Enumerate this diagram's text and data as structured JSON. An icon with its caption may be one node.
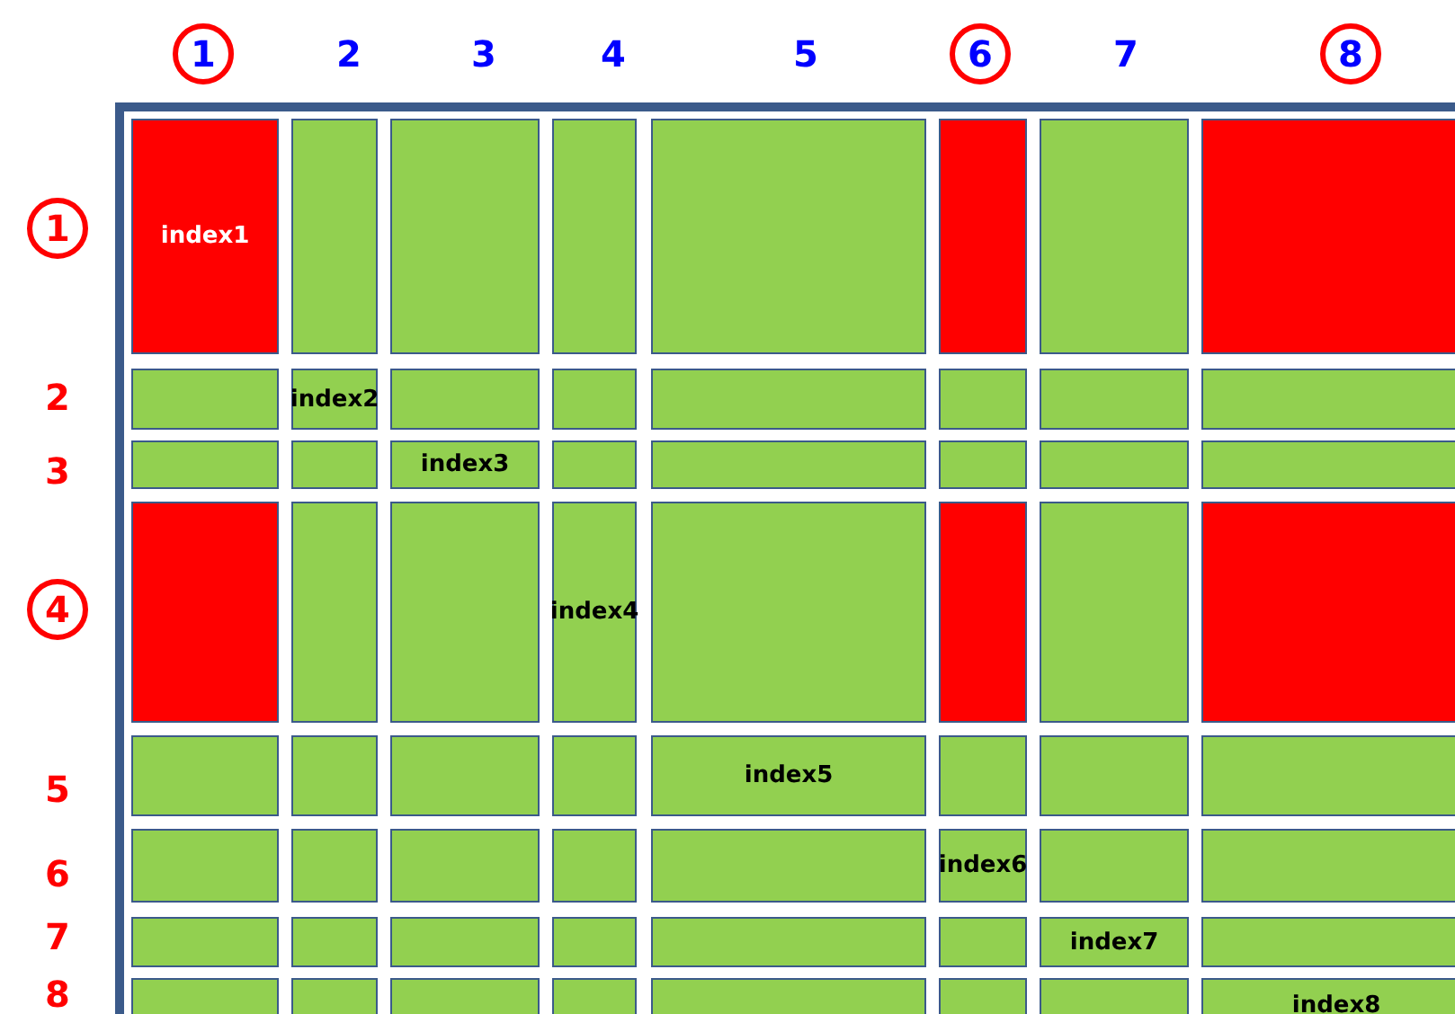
{
  "diagram": {
    "nodes": [
      {
        "text": [
          "1"
        ]
      },
      {
        "text": [
          "6"
        ]
      },
      {
        "text": [
          "8"
        ]
      },
      {
        "text": [
          "1"
        ]
      },
      {
        "text": [
          "4"
        ]
      },
      {
        "text": [
          "index1"
        ]
      },
      {
        "text": [],
        "shape": "box"
      },
      {
        "text": [],
        "shape": "box"
      },
      {
        "text": [],
        "shape": "box"
      },
      {
        "text": [],
        "shape": "box"
      },
      {
        "text": [],
        "shape": "box"
      },
      {
        "text": [],
        "shape": "box"
      },
      {
        "text": [],
        "shape": "box"
      },
      {
        "text": [],
        "shape": "box"
      },
      {
        "text": [
          "index2"
        ]
      },
      {
        "text": [],
        "shape": "box"
      },
      {
        "text": [],
        "shape": "box"
      },
      {
        "text": [],
        "shape": "box"
      },
      {
        "text": [],
        "shape": "box"
      },
      {
        "text": [],
        "shape": "box"
      },
      {
        "text": [],
        "shape": "box"
      },
      {
        "text": [],
        "shape": "box"
      },
      {
        "text": [],
        "shape": "box"
      },
      {
        "text": [
          "index3"
        ]
      },
      {
        "text": [],
        "shape": "box"
      },
      {
        "text": [],
        "shape": "box"
      },
      {
        "text": [],
        "shape": "box"
      },
      {
        "text": [],
        "shape": "box"
      },
      {
        "text": [],
        "shape": "box"
      },
      {
        "text": [],
        "shape": "box"
      },
      {
        "text": [],
        "shape": "box"
      },
      {
        "text": [],
        "shape": "box"
      },
      {
        "text": [
          "index4"
        ]
      },
      {
        "text": [],
        "shape": "box"
      },
      {
        "text": [],
        "shape": "box"
      },
      {
        "text": [],
        "shape": "box"
      },
      {
        "text": [],
        "shape": "box"
      },
      {
        "text": [],
        "shape": "box"
      },
      {
        "text": [],
        "shape": "box"
      },
      {
        "text": [],
        "shape": "box"
      },
      {
        "text": [],
        "shape": "box"
      },
      {
        "text": [
          "index5"
        ]
      },
      {
        "text": [],
        "shape": "box"
      },
      {
        "text": [],
        "shape": "box"
      },
      {
        "text": [],
        "shape": "box"
      },
      {
        "text": [],
        "shape": "box"
      },
      {
        "text": [],
        "shape": "box"
      },
      {
        "text": [],
        "shape": "box"
      },
      {
        "text": [],
        "shape": "box"
      },
      {
        "text": [],
        "shape": "box"
      },
      {
        "text": [
          "index6"
        ]
      },
      {
        "text": [],
        "shape": "box"
      },
      {
        "text": [],
        "shape": "box"
      },
      {
        "text": [],
        "shape": "box"
      },
      {
        "text": [],
        "shape": "box"
      },
      {
        "text": [],
        "shape": "box"
      },
      {
        "text": [],
        "shape": "box"
      },
      {
        "text": [],
        "shape": "box"
      },
      {
        "text": [],
        "shape": "box"
      },
      {
        "text": [
          "index7"
        ]
      },
      {
        "text": [],
        "shape": "box"
      },
      {
        "text": [],
        "shape": "box"
      },
      {
        "text": [],
        "shape": "box"
      },
      {
        "text": [],
        "shape": "box"
      },
      {
        "text": [],
        "shape": "box"
      },
      {
        "text": [],
        "shape": "box"
      },
      {
        "text": [],
        "shape": "box"
      },
      {
        "text": [],
        "shape": "box"
      },
      {
        "text": [
          "index8"
        ]
      }
    ],
    "labels": [
      "2",
      "3",
      "4",
      "5",
      "7",
      "2",
      "3",
      "5",
      "6",
      "7",
      "8"
    ]
  }
}
